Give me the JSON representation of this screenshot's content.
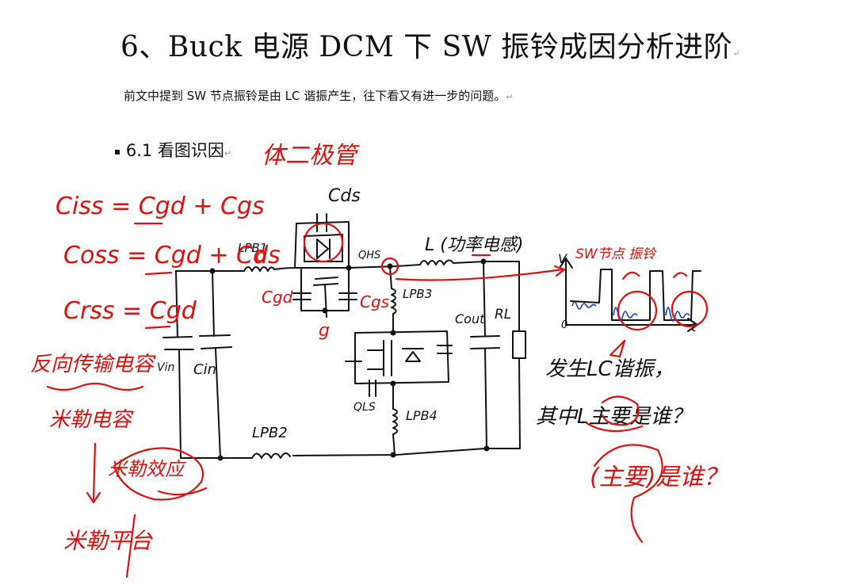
{
  "document": {
    "title": "6、Buck 电源 DCM 下 SW 振铃成因分析进阶",
    "paragraph": "前文中提到 SW 节点振铃是由 LC 谐振产生，往下看又有进一步的问题。",
    "section_bullet": "▪",
    "section_title": "6.1 看图识因",
    "para_mark": "↵"
  },
  "annotations": {
    "cds": "Cds",
    "lpb1": "LPB1",
    "d": "d",
    "qhs": "QHS",
    "l_main": "L (功率电感)",
    "cgd": "Cgd",
    "g": "g",
    "cgs": "Cgs",
    "lpb3": "LPB3",
    "cout": "Cout",
    "rl": "RL",
    "vin": "Vin",
    "cin": "Cin",
    "qls": "QLS",
    "lpb4": "LPB4",
    "lpb2": "LPB2",
    "v_axis": "V",
    "t_axis": "t",
    "origin": "0",
    "sw_ring": "SW节点 振铃",
    "ciss": "Ciss = Cgd + Cgs",
    "coss": "Coss = Cgd + Cds",
    "crss": "Crss = Cgd",
    "reverse_cap": "反向传输电容",
    "miller_cap": "米勒电容",
    "miller_effect": "米勒效应",
    "miller_plateau": "米勒平台",
    "lc_resonance": "发生LC谐振，",
    "which_l": "其中L主要是谁？",
    "main_who": "(主要)是谁？",
    "weak_strong": "体二极管"
  }
}
